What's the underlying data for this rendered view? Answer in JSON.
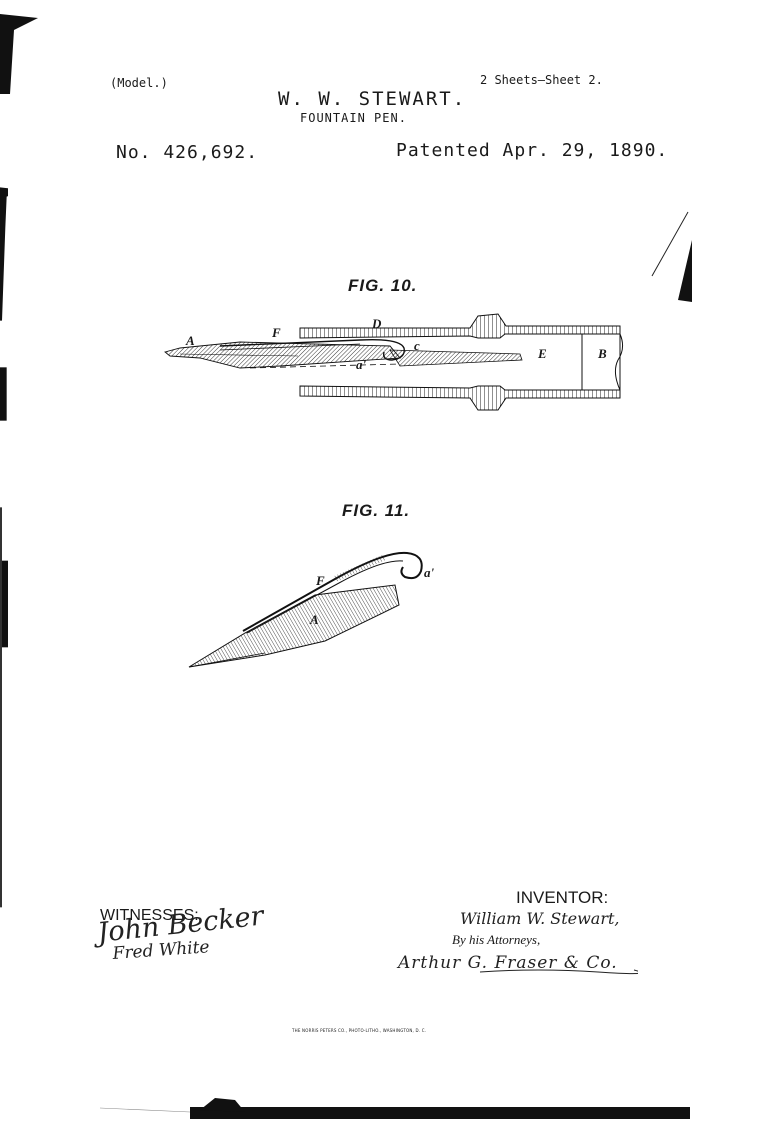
{
  "header": {
    "model": "(Model.)",
    "sheets": "2 Sheets—Sheet 2.",
    "inventor_name": "W. W. STEWART.",
    "title": "FOUNTAIN PEN.",
    "patent_number": "No. 426,692.",
    "patent_date": "Patented Apr. 29, 1890."
  },
  "figures": {
    "fig10": {
      "label": "FIG. 10.",
      "refs": {
        "a": "A",
        "f": "F",
        "d": "D",
        "c": "c",
        "a_prime": "a'",
        "e": "E",
        "b": "B"
      }
    },
    "fig11": {
      "label": "FIG. 11.",
      "refs": {
        "f": "F",
        "a": "A",
        "a_prime": "a'"
      }
    }
  },
  "footer": {
    "witnesses_label": "WITNESSES:",
    "witness_1": "John Becker",
    "witness_2": "Fred White",
    "inventor_label": "INVENTOR:",
    "inventor_signature": "William W. Stewart,",
    "attorneys_label": "By his Attorneys,",
    "attorney_signature": "Arthur G. Fraser & Co.",
    "printer_imprint": "THE NORRIS PETERS CO., PHOTO-LITHO., WASHINGTON, D. C."
  },
  "colors": {
    "ink": "#1a1a1a",
    "paper": "#ffffff"
  }
}
